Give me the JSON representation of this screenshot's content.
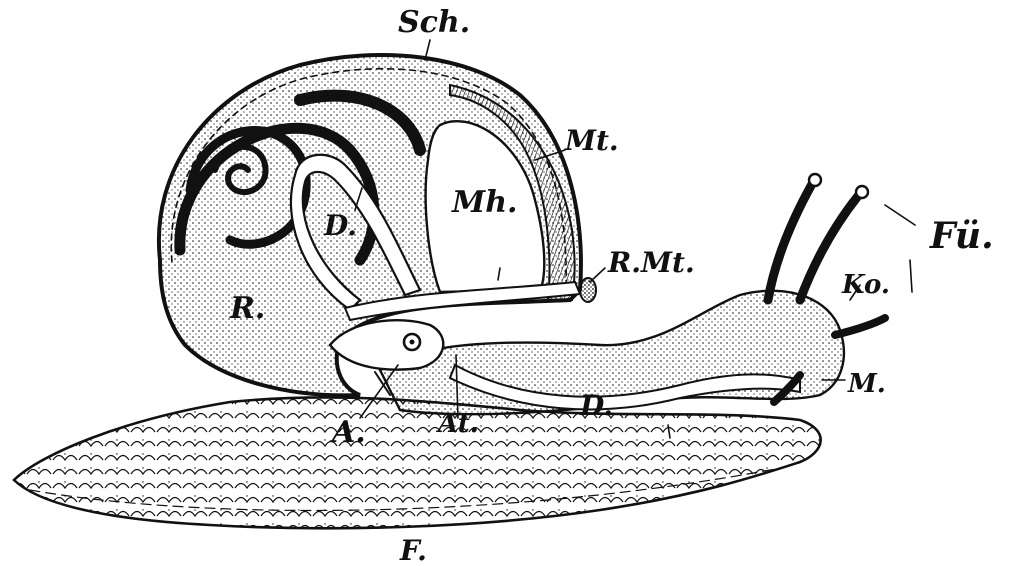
{
  "labels": {
    "sch": "Sch.",
    "mt": "Mt.",
    "mh": "Mh.",
    "d_upper": "D.",
    "r": "R.",
    "r_mt": "R.Mt.",
    "fu": "Fü.",
    "ko": "Ko.",
    "m": "M.",
    "d_lower": "D.",
    "a": "A.",
    "at": "At.",
    "f": "F."
  },
  "colors": {
    "ink": "#111111",
    "paper": "#ffffff"
  }
}
